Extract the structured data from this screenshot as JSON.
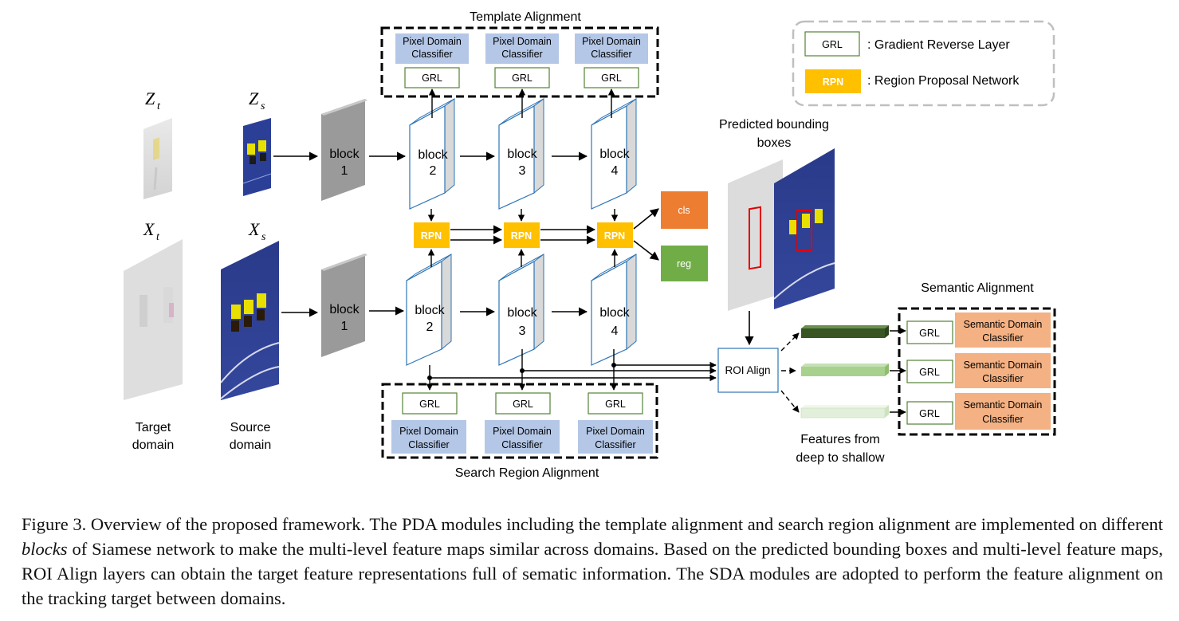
{
  "titles": {
    "template_alignment": "Template Alignment",
    "search_region_alignment": "Search Region Alignment",
    "semantic_alignment": "Semantic Alignment",
    "predicted_boxes_line1": "Predicted bounding",
    "predicted_boxes_line2": "boxes",
    "features_line1": "Features from",
    "features_line2": "deep to shallow"
  },
  "inputs": {
    "zt": "Z",
    "zt_sub": "t",
    "zs": "Z",
    "zs_sub": "s",
    "xt": "X",
    "xt_sub": "t",
    "xs": "X",
    "xs_sub": "s",
    "target_line1": "Target",
    "target_line2": "domain",
    "source_line1": "Source",
    "source_line2": "domain"
  },
  "blocks": {
    "word": "block",
    "n1": "1",
    "n2": "2",
    "n3": "3",
    "n4": "4"
  },
  "modules": {
    "grl": "GRL",
    "rpn": "RPN",
    "cls": "cls",
    "reg": "reg",
    "roi_align": "ROI Align",
    "pixel_line1": "Pixel Domain",
    "pixel_line2": "Classifier",
    "semantic_line1": "Semantic Domain",
    "semantic_line2": "Classifier"
  },
  "legend": {
    "grl_key": "GRL",
    "grl_desc": ":  Gradient Reverse Layer",
    "rpn_key": "RPN",
    "rpn_desc": ":  Region Proposal Network"
  },
  "caption": {
    "text_a": "Figure 3. Overview of the proposed framework.  The PDA modules including the template alignment and search region alignment are implemented on different ",
    "emph": "blocks",
    "text_b": " of Siamese network to make the multi-level feature maps similar across domains. Based on the predicted bounding boxes and multi-level feature maps, ROI Align layers can obtain the target feature representations full of sematic information. The SDA modules are adopted to perform the feature alignment on the tracking target between domains."
  },
  "colors": {
    "pixel_classifier": "#b4c7e7",
    "semantic_classifier": "#f4b183",
    "rpn": "#ffc000",
    "cls": "#ed7d31",
    "reg": "#70ad47",
    "grl_border": "#548235",
    "block_face": "#a6a6a6",
    "block_border": "#2e75b6",
    "feature_deep": "#375623",
    "feature_mid": "#a9d18e",
    "feature_shallow": "#e2efda"
  }
}
